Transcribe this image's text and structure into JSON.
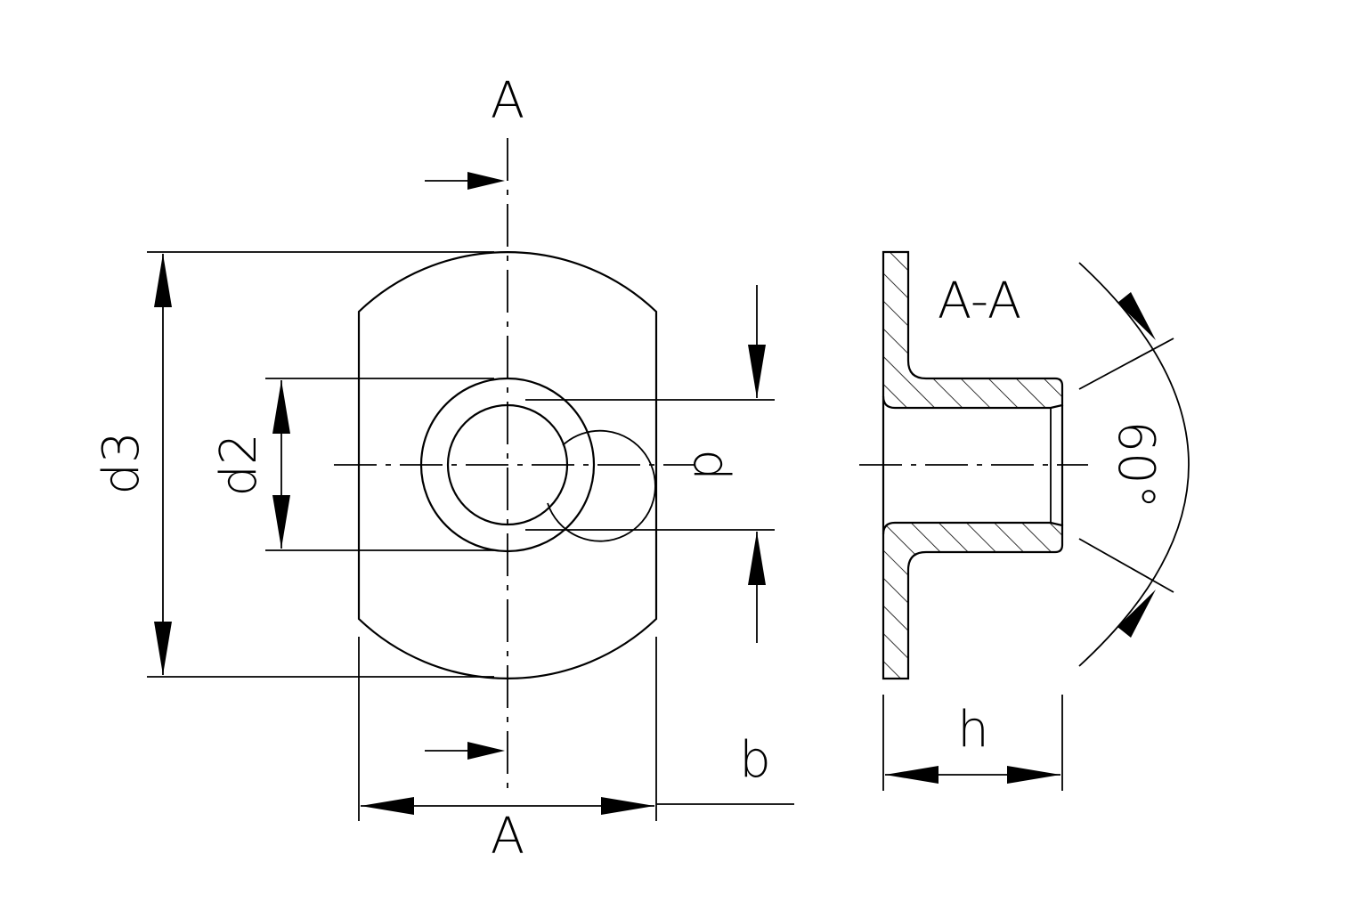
{
  "drawing": {
    "section_marker_top": "A",
    "section_marker_bottom": "A",
    "section_title": "A-A",
    "dimensions": {
      "d3": "d3",
      "d2": "d2",
      "d": "d",
      "b": "b",
      "h": "h",
      "angle": "60°"
    }
  }
}
